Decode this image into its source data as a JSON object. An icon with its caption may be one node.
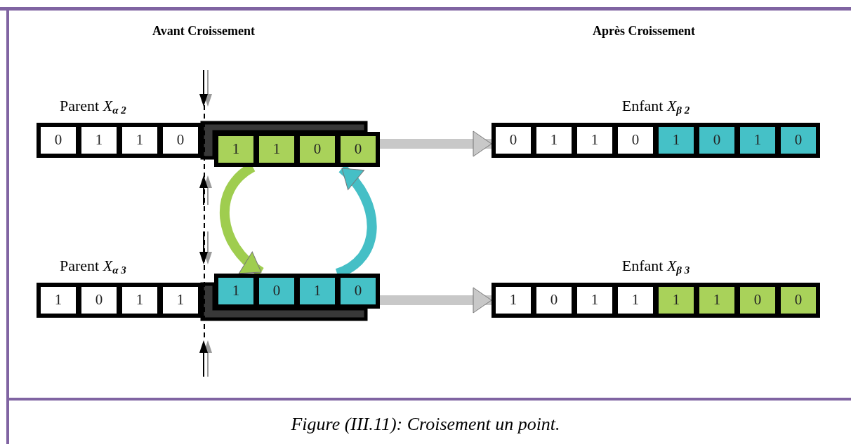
{
  "diagram": {
    "caption": "Figure (III.11): Croisement un point.",
    "nodes": [
      {
        "text": [],
        "shape": "bar",
        "beside": [
          "Parent *X*$_{α 2}$"
        ]
      },
      {
        "text": [
          "0"
        ],
        "in": 0
      },
      {
        "text": [
          "1"
        ],
        "in": 0
      },
      {
        "text": [
          "1"
        ],
        "in": 0
      },
      {
        "text": [
          "0"
        ],
        "in": 0
      },
      {
        "text": [],
        "shape": "bar"
      },
      {
        "text": [
          "1"
        ],
        "in": 5
      },
      {
        "text": [
          "1"
        ],
        "in": 5
      },
      {
        "text": [
          "0"
        ],
        "in": 5
      },
      {
        "text": [
          "0"
        ],
        "in": 5
      },
      {
        "text": [],
        "shape": "bar",
        "beside": [
          "Enfant *X*$_{β 2}$"
        ]
      },
      {
        "text": [
          "0"
        ],
        "in": 10
      },
      {
        "text": [
          "1"
        ],
        "in": 10
      },
      {
        "text": [
          "1"
        ],
        "in": 10
      },
      {
        "text": [
          "0"
        ],
        "in": 10
      },
      {
        "text": [
          "1"
        ],
        "in": 10
      },
      {
        "text": [
          "0"
        ],
        "in": 10
      },
      {
        "text": [
          "1"
        ],
        "in": 10
      },
      {
        "text": [
          "0"
        ],
        "in": 10
      },
      {
        "text": [],
        "shape": "bar",
        "beside": [
          "Parent *X*$_{α 3}$"
        ]
      },
      {
        "text": [
          "1"
        ],
        "in": 19
      },
      {
        "text": [
          "0"
        ],
        "in": 19
      },
      {
        "text": [
          "1"
        ],
        "in": 19
      },
      {
        "text": [
          "1"
        ],
        "in": 19
      },
      {
        "text": [],
        "shape": "bar"
      },
      {
        "text": [
          "1"
        ],
        "in": 24
      },
      {
        "text": [
          "0"
        ],
        "in": 24
      },
      {
        "text": [
          "1"
        ],
        "in": 24
      },
      {
        "text": [
          "0"
        ],
        "in": 24
      },
      {
        "text": [],
        "shape": "bar",
        "beside": [
          "Enfant *X*$_{β 3}$"
        ]
      },
      {
        "text": [
          "1"
        ],
        "in": 29
      },
      {
        "text": [
          "0"
        ],
        "in": 29
      },
      {
        "text": [
          "1"
        ],
        "in": 29
      },
      {
        "text": [
          "1"
        ],
        "in": 29
      },
      {
        "text": [
          "1"
        ],
        "in": 29
      },
      {
        "text": [
          "1"
        ],
        "in": 29
      },
      {
        "text": [
          "0"
        ],
        "in": 29
      },
      {
        "text": [
          "0"
        ],
        "in": 29
      }
    ],
    "edges": [
      {
        "from": 5,
        "to": 10,
        "arrow": "to"
      },
      {
        "from": 5,
        "to": 24,
        "arrow": "to",
        "color": "#9fcd4f"
      },
      {
        "from": 24,
        "to": 5,
        "arrow": "to",
        "color": "#45bfc6"
      },
      {
        "from": 24,
        "to": 29,
        "arrow": "to"
      }
    ],
    "labels": [
      "Avant Croissement",
      "Après Croissement"
    ]
  }
}
